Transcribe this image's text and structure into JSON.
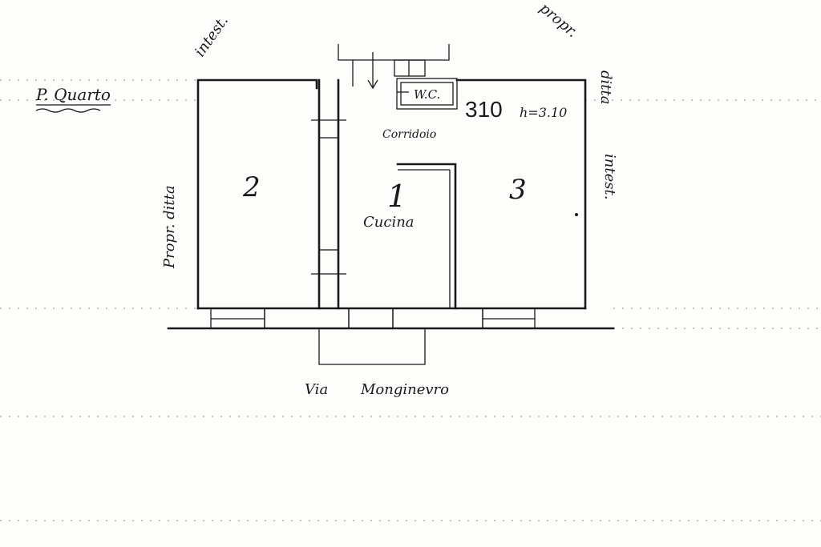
{
  "plan": {
    "unit_number": "310",
    "height_label": "h=3.10",
    "street": {
      "via_label": "Via",
      "name_label": "Monginevro"
    },
    "boundary_labels": {
      "left_vertical": "Propr. ditta",
      "top_left_diagonal": "intest.",
      "top_right_diagonal": "propr.",
      "right_top_vertical": "ditta",
      "right_bottom_vertical": "intest."
    },
    "floor_label": "P. Quarto",
    "rooms": [
      {
        "number": "2",
        "name": ""
      },
      {
        "number": "1",
        "name": "Cucina"
      },
      {
        "number": "3",
        "name": ""
      }
    ],
    "corridor_label": "Corridoio",
    "wc_label": "W.C."
  }
}
